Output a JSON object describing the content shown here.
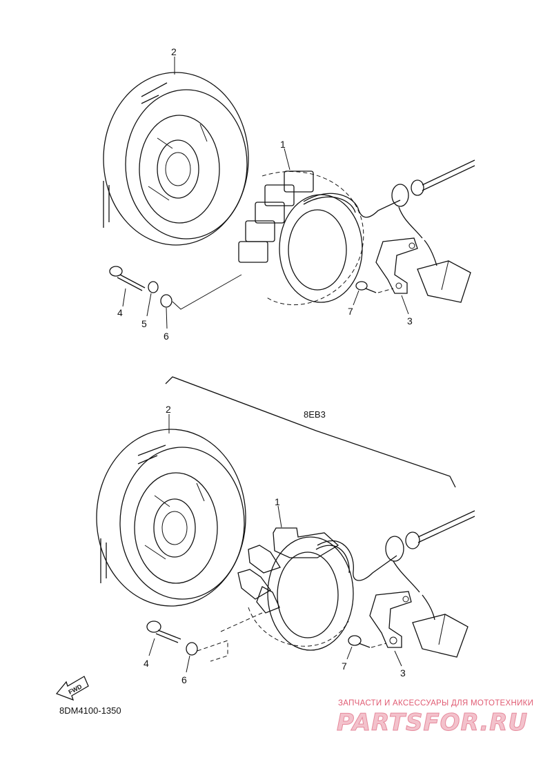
{
  "labels": {
    "top": {
      "p1": "1",
      "p2": "2",
      "p3": "3",
      "p4": "4",
      "p5": "5",
      "p6": "6",
      "p7": "7"
    },
    "bottom": {
      "p1": "1",
      "p2": "2",
      "p3": "3",
      "p4": "4",
      "p6": "6",
      "p7": "7"
    }
  },
  "group_label": "8EB3",
  "fwd_label": "FWD",
  "diagram_code": "8DM4100-1350",
  "watermark": {
    "tagline": "ЗАПЧАСТИ И АКСЕССУАРЫ ДЛЯ МОТОТЕХНИКИ",
    "brand": "PARTSFOR.RU",
    "color": "#e05a72"
  }
}
